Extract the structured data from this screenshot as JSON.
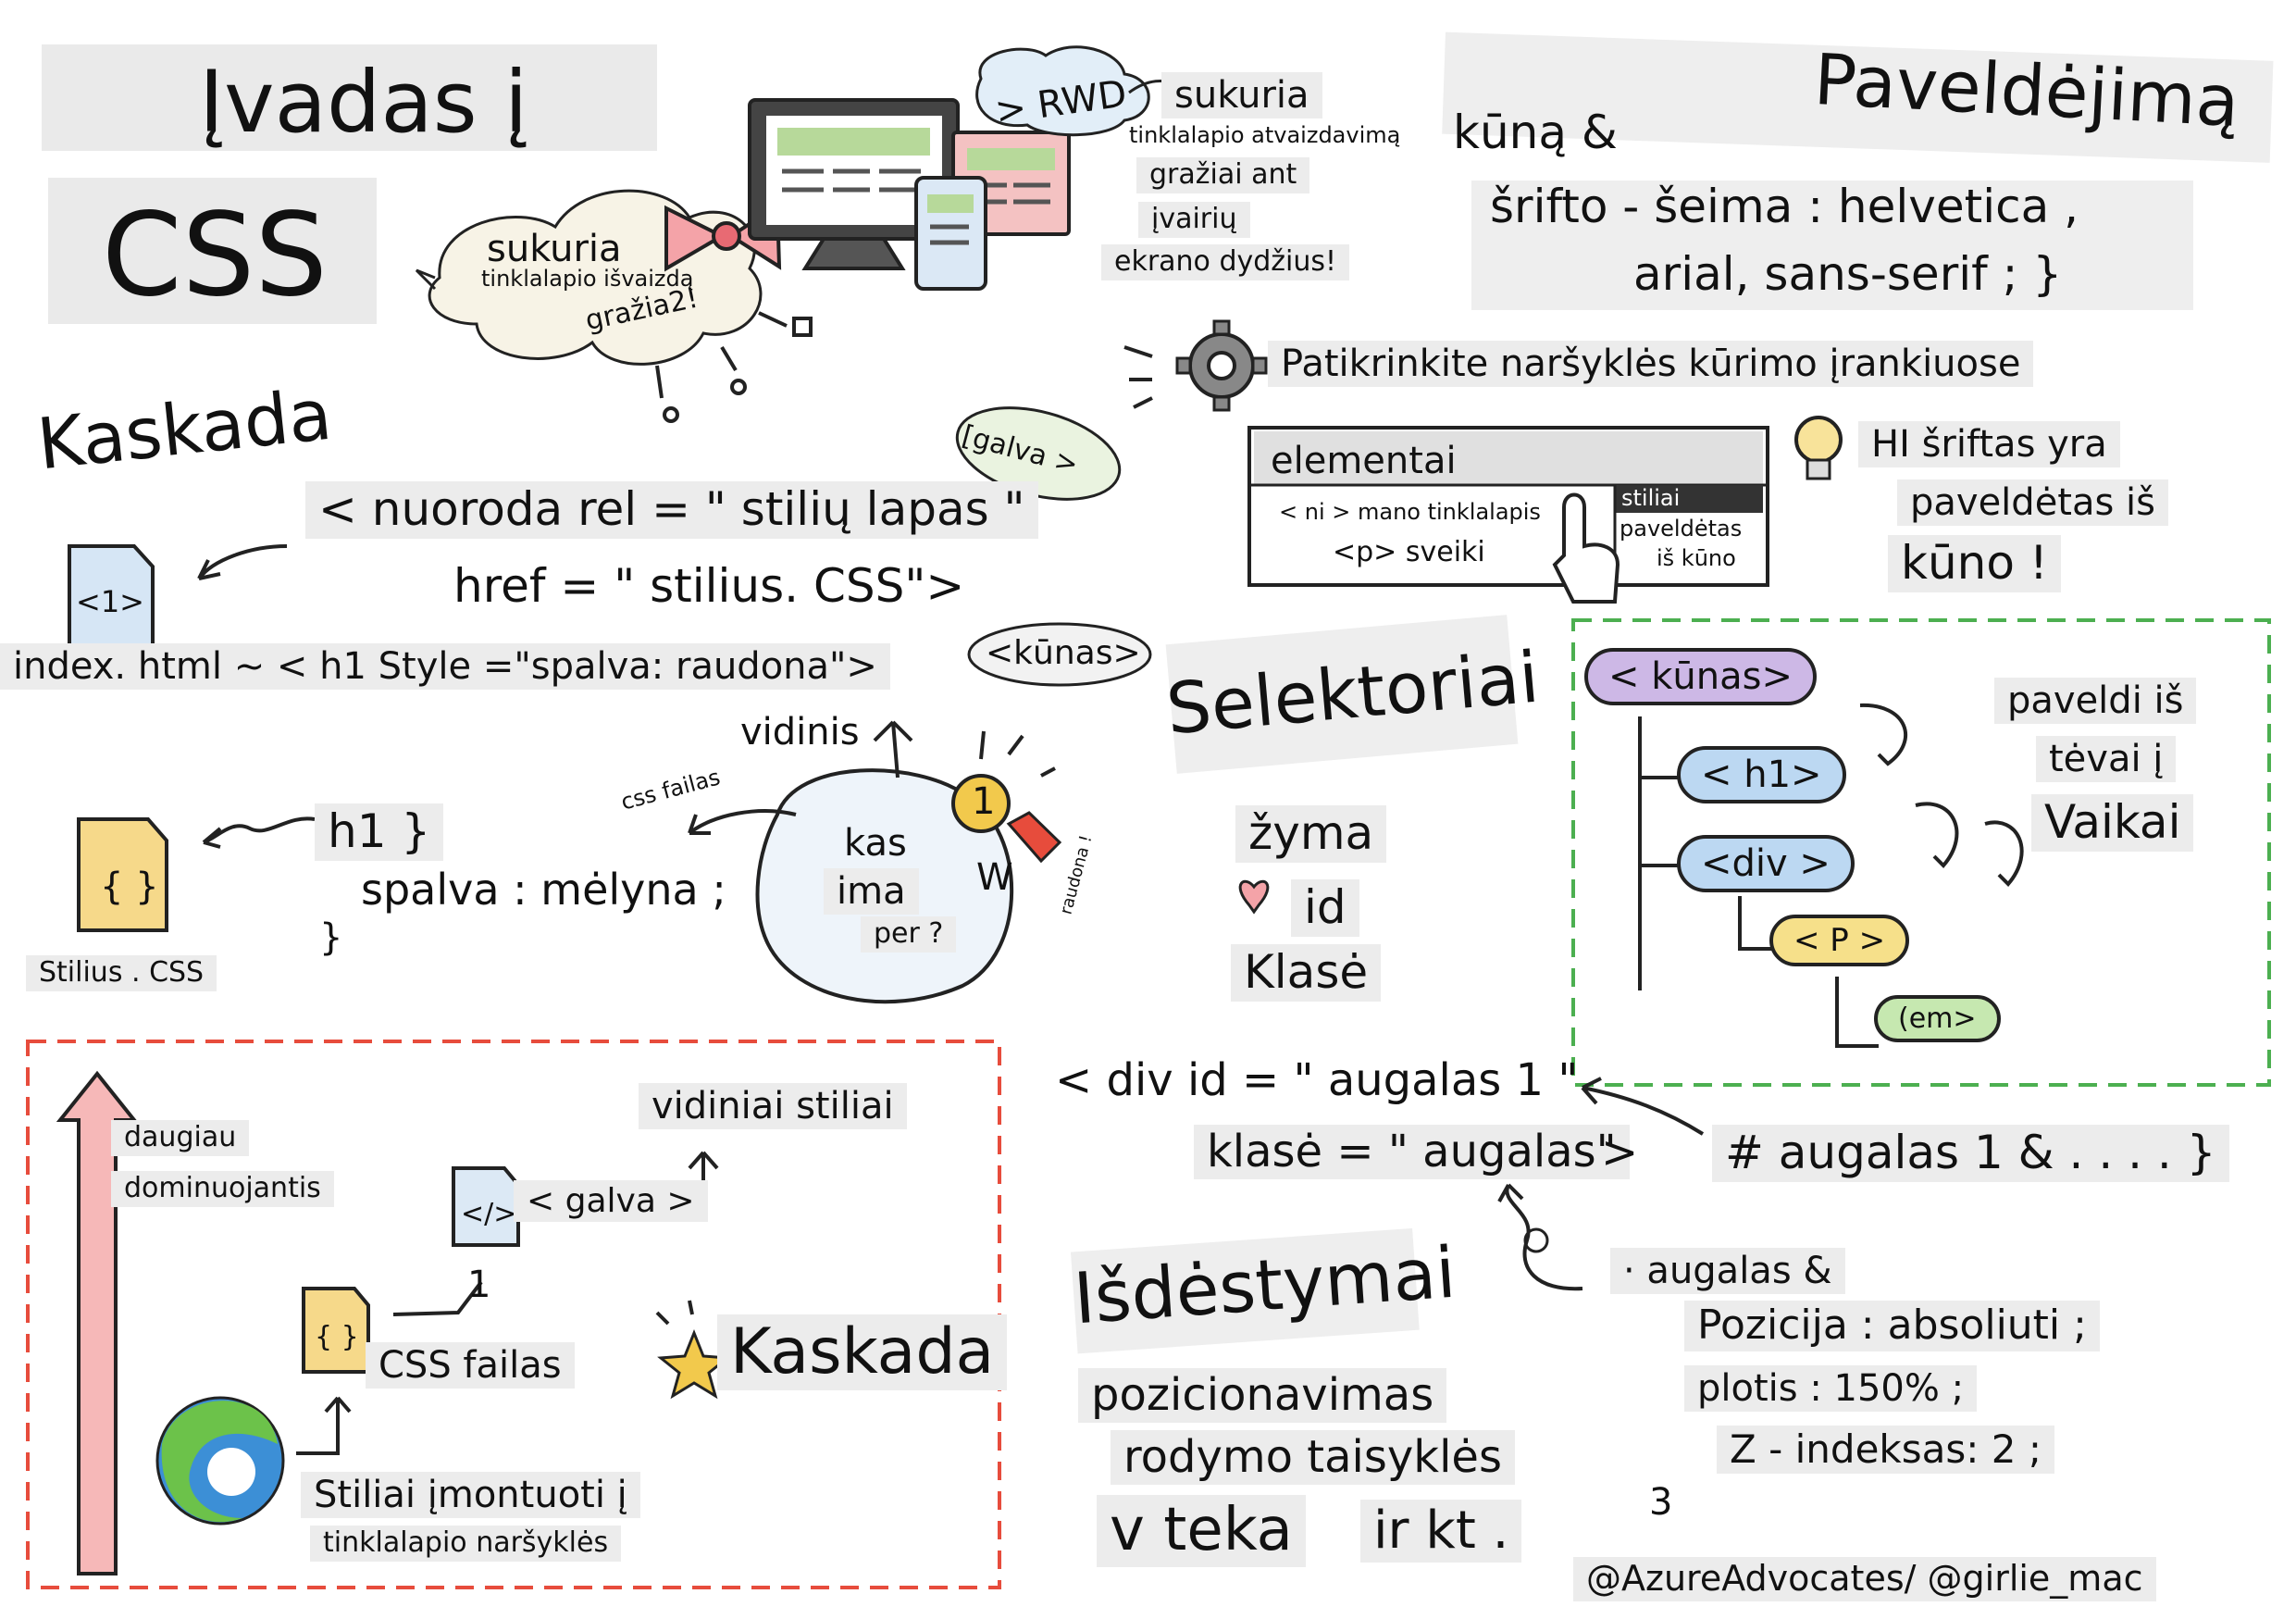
{
  "title": {
    "line1": "Įvadas į",
    "line2": "CSS"
  },
  "intro": {
    "cloud_line1": "sukuria",
    "cloud_line2": "tinklalapio išvaizdą",
    "cloud_line3": "gražia",
    "cloud_num": "2!",
    "rwd_bubble": "> RWD",
    "rwd_lines": [
      "sukuria",
      "tinklalapio atvaizdavimą",
      "gražiai ant",
      "įvairių",
      "ekrano dydžius!"
    ]
  },
  "inheritance": {
    "title": "Paveldėjimą",
    "code_lines": [
      "kūną &",
      "šrifto - šeima : helvetica ,",
      "arial, sans-serif ; }"
    ],
    "devtools_caption": "Patikrinkite naršyklės kūrimo įrankiuose",
    "devtools": {
      "tab": "elementai",
      "tree_line1": "< ni > mano tinklalapis",
      "tree_line2": "<p> sveiki",
      "styles_tab": "stiliai",
      "styles_line1": "paveldėtas",
      "styles_line2": "iš kūno"
    },
    "tip_lines": [
      "HI šriftas yra",
      "paveldėtas iš",
      "kūno !"
    ],
    "tree_nodes": [
      "< kūnas>",
      "< h1>",
      "<div >",
      "< P >",
      "(em>"
    ],
    "tree_caption": [
      "paveldi iš",
      "tėvai į",
      "Vaikai"
    ],
    "colors": {
      "body_node": "#cdb8e6",
      "h1_node": "#bcd8f2",
      "div_node": "#bcd8f2",
      "p_node": "#f6e08a",
      "em_node": "#c6e8b0",
      "frame": "#4caf50"
    }
  },
  "cascade": {
    "title": "Kaskada",
    "link_line1": "< nuoroda rel = \" stilių lapas \"",
    "link_line2": "href = \" stilius. CSS\">",
    "head_bubble": "[galva >",
    "html_file_icon": "<1>",
    "inline_line": "index. html ~ < h1 Style =\"spalva: raudona\">",
    "body_bubble": "<kūnas>",
    "inner_label": "vidinis",
    "css_file_label": "css failas",
    "who_lines": [
      "kas",
      "ima",
      "per ?"
    ],
    "badge_num": "1",
    "badge_w": "W",
    "badge_red": "raudona !",
    "css_icon": "{ }",
    "css_rule_lines": [
      "h1 }",
      "spalva : mėlyna ;",
      "}"
    ],
    "css_file_name": "Stilius . CSS"
  },
  "priority": {
    "more_dominant": [
      "daugiau",
      "dominuojantis"
    ],
    "internal_styles": "vidiniai stiliai",
    "head_tag": "< galva >",
    "code_icon": "</>",
    "num1": "1",
    "css_icon": "{ }",
    "css_file": "CSS failas",
    "cascade_word": "Kaskada",
    "builtin_lines": [
      "Stiliai įmontuoti į",
      "tinklalapio naršyklės"
    ],
    "colors": {
      "frame": "#e74c3c",
      "arrow": "#f6b8b8"
    }
  },
  "selectors": {
    "title": "Selektoriai",
    "items": [
      "žyma",
      "id",
      "Klasė"
    ],
    "div_line1": "< div id = \" augalas 1 \"",
    "div_line2": "klasė = \" augalas\"",
    "div_close": ">",
    "id_rule": "# augalas 1 & . . . . }",
    "class_rule_lines": [
      "· augalas &",
      "Pozicija : absoliuti ;",
      "plotis : 150% ;",
      "Z - indeksas: 2 ;"
    ],
    "num3": "3"
  },
  "layouts": {
    "title": "Išdėstymai",
    "items": [
      "pozicionavimas",
      "rodymo taisyklės",
      "v teka",
      "ir kt ."
    ]
  },
  "credit": "@AzureAdvocates/ @girlie_mac",
  "icons": [
    "bow-tie-icon",
    "monitor-icon",
    "gear-icon",
    "lightbulb-icon",
    "pointer-hand-icon",
    "html-file-icon",
    "css-file-icon",
    "code-file-icon",
    "medal-icon",
    "heart-icon",
    "star-icon",
    "browser-logo-icon"
  ]
}
